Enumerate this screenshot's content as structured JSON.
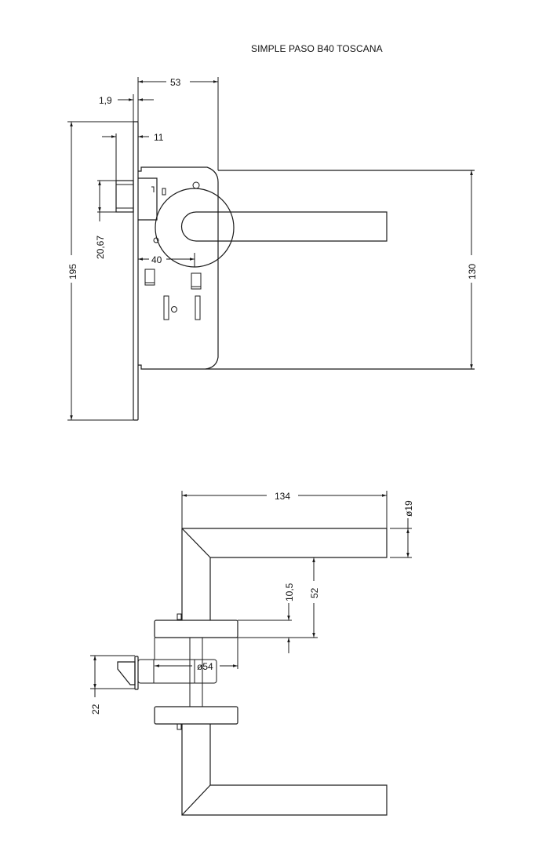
{
  "title": "SIMPLE PASO B40 TOSCANA",
  "front_view": {
    "dimensions": {
      "backset": "53",
      "faceplate_thickness": "1,9",
      "latch_projection": "11",
      "latch_height": "20,67",
      "faceplate_height": "195",
      "spindle_to_edge": "40",
      "case_height": "130"
    }
  },
  "side_view": {
    "dimensions": {
      "lever_length": "134",
      "lever_diameter": "ø19",
      "rose_thickness": "10,5",
      "lever_height": "52",
      "rose_diameter": "ø54",
      "latch_width": "22"
    }
  },
  "colors": {
    "line": "#1a1a1a",
    "background": "#ffffff"
  }
}
